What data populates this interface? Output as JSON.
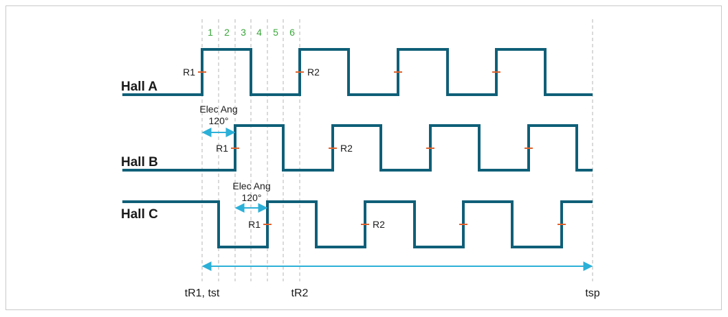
{
  "colors": {
    "waveform": "#0f5f78",
    "grid": "#b5b5b5",
    "arrow": "#2bb0d8",
    "tick": "#e0602a",
    "segment_number": "#3aa63a"
  },
  "segments": [
    "1",
    "2",
    "3",
    "4",
    "5",
    "6"
  ],
  "signals": [
    {
      "name": "Hall A",
      "labels": {
        "r1": "R1",
        "r2": "R2"
      }
    },
    {
      "name": "Hall B",
      "labels": {
        "r1": "R1",
        "r2": "R2"
      }
    },
    {
      "name": "Hall C",
      "labels": {
        "r1": "R1",
        "r2": "R2"
      }
    }
  ],
  "angle_annotations": [
    {
      "line1": "Elec Ang",
      "line2": "120°"
    },
    {
      "line1": "Elec Ang",
      "line2": "120°"
    }
  ],
  "time_markers": {
    "start": "tR1, tst",
    "r2": "tR2",
    "end": "tsp"
  }
}
